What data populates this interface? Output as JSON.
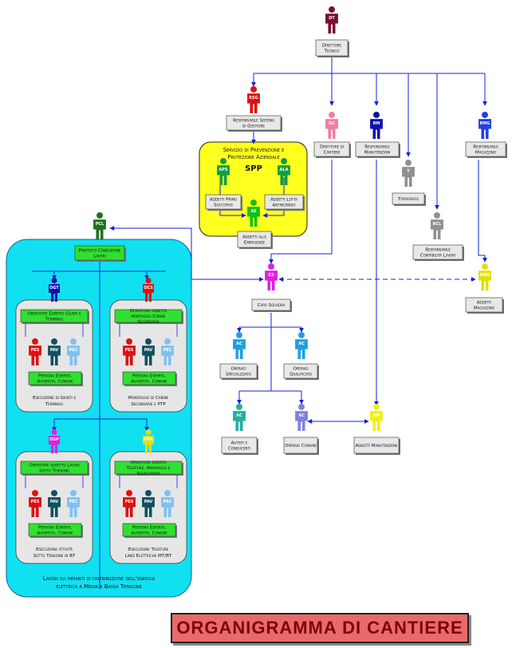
{
  "title": "ORGANIGRAMMA DI CANTIERE",
  "spp_box": {
    "title": "Servizio di Prevenzione e Protezione Aziendale",
    "subtitle": "SPP"
  },
  "lavori_box": {
    "caption": "Lavori su impianti di distribuzione dell'energia elettrica a Media e Bassa Tensione"
  },
  "nodes": {
    "dt": {
      "code": "DT",
      "label": "Direttore Tecnico",
      "color": "#7a1030"
    },
    "rsg": {
      "code": "RSG",
      "label": "Responsabile Sistema di Gestione",
      "color": "#e01010"
    },
    "dc": {
      "code": "DC",
      "label": "Direttore di Cantiere",
      "color": "#f07fa0"
    },
    "rm": {
      "code": "RM",
      "label": "Responsabile Manutenzioni",
      "color": "#1010b0"
    },
    "t": {
      "code": "T",
      "label": "Topografo",
      "color": "#909090"
    },
    "rcl": {
      "code": "RCL",
      "label": "Responsabile Contabilità Lavori",
      "color": "#909090"
    },
    "rmg": {
      "code": "RMG",
      "label": "Responsabile Magazzino",
      "color": "#2040e0"
    },
    "aps": {
      "code": "APS",
      "label": "Addetti Primo Soccorso",
      "color": "#10a040"
    },
    "ala": {
      "code": "ALA",
      "label": "Addetti Lotta Antincendio",
      "color": "#10a040"
    },
    "ae": {
      "code": "AE",
      "label": "Addetti alle Emergenze",
      "color": "#10c010"
    },
    "pcl": {
      "code": "PCL",
      "label": "Preposto Conduzione Lavori",
      "color": "#207020"
    },
    "cs": {
      "code": "CS",
      "label": "Capo Squadra",
      "color": "#e020e0"
    },
    "amg": {
      "code": "AMG",
      "label": "Addetti Magazzino",
      "color": "#e0e010"
    },
    "ac1": {
      "code": "AC",
      "label": "Operaio Specializzato",
      "color": "#20a0e0"
    },
    "ac2": {
      "code": "AC",
      "label": "Operaio Qualificato",
      "color": "#20a0e0"
    },
    "ac3": {
      "code": "AC",
      "label": "Autisti e Conducenti",
      "color": "#20b0a0"
    },
    "ac4": {
      "code": "AC",
      "label": "Operaio Comune",
      "color": "#8080e0"
    },
    "am": {
      "code": "AM",
      "label": "Addetti Manutenzioni",
      "color": "#f0f010"
    }
  },
  "groups": [
    {
      "head": "OGT",
      "head_color": "#1010b0",
      "op_label": "Operatore Esperto Giunti e Terminali",
      "pers_label": "Persona Esperta, Avvertita, Comune",
      "caption": "Esecuzione di Giunti e Terminali"
    },
    {
      "head": "OCS",
      "head_color": "#e01010",
      "op_label": "Operatore addetto montaggio Cabine Secondarie",
      "pers_label": "Persona Esperta, Avvertita, Comune",
      "caption": "Montaggio di Cabine Secondarie e PTP"
    },
    {
      "head": "OSP",
      "head_color": "#e020e0",
      "op_label": "Operatore addetto Lavori Sotto Tensione",
      "pers_label": "Persona Esperta, Avvertita, Comune",
      "caption": "Esecuzione attività Sotto Tensione in BT"
    },
    {
      "head": "OTA",
      "head_color": "#e0e010",
      "op_label": "Operatore esperto Tesature, Amarraggi e Sgusciatura",
      "pers_label": "Persona Esperta, Avvertita, Comune",
      "caption": "Esecuzione Tesature Linee Elettriche MT/BT"
    }
  ],
  "persons": [
    {
      "code": "PES",
      "color": "#e01010"
    },
    {
      "code": "PAV",
      "color": "#105060"
    },
    {
      "code": "PEC",
      "color": "#80c0f0"
    }
  ]
}
